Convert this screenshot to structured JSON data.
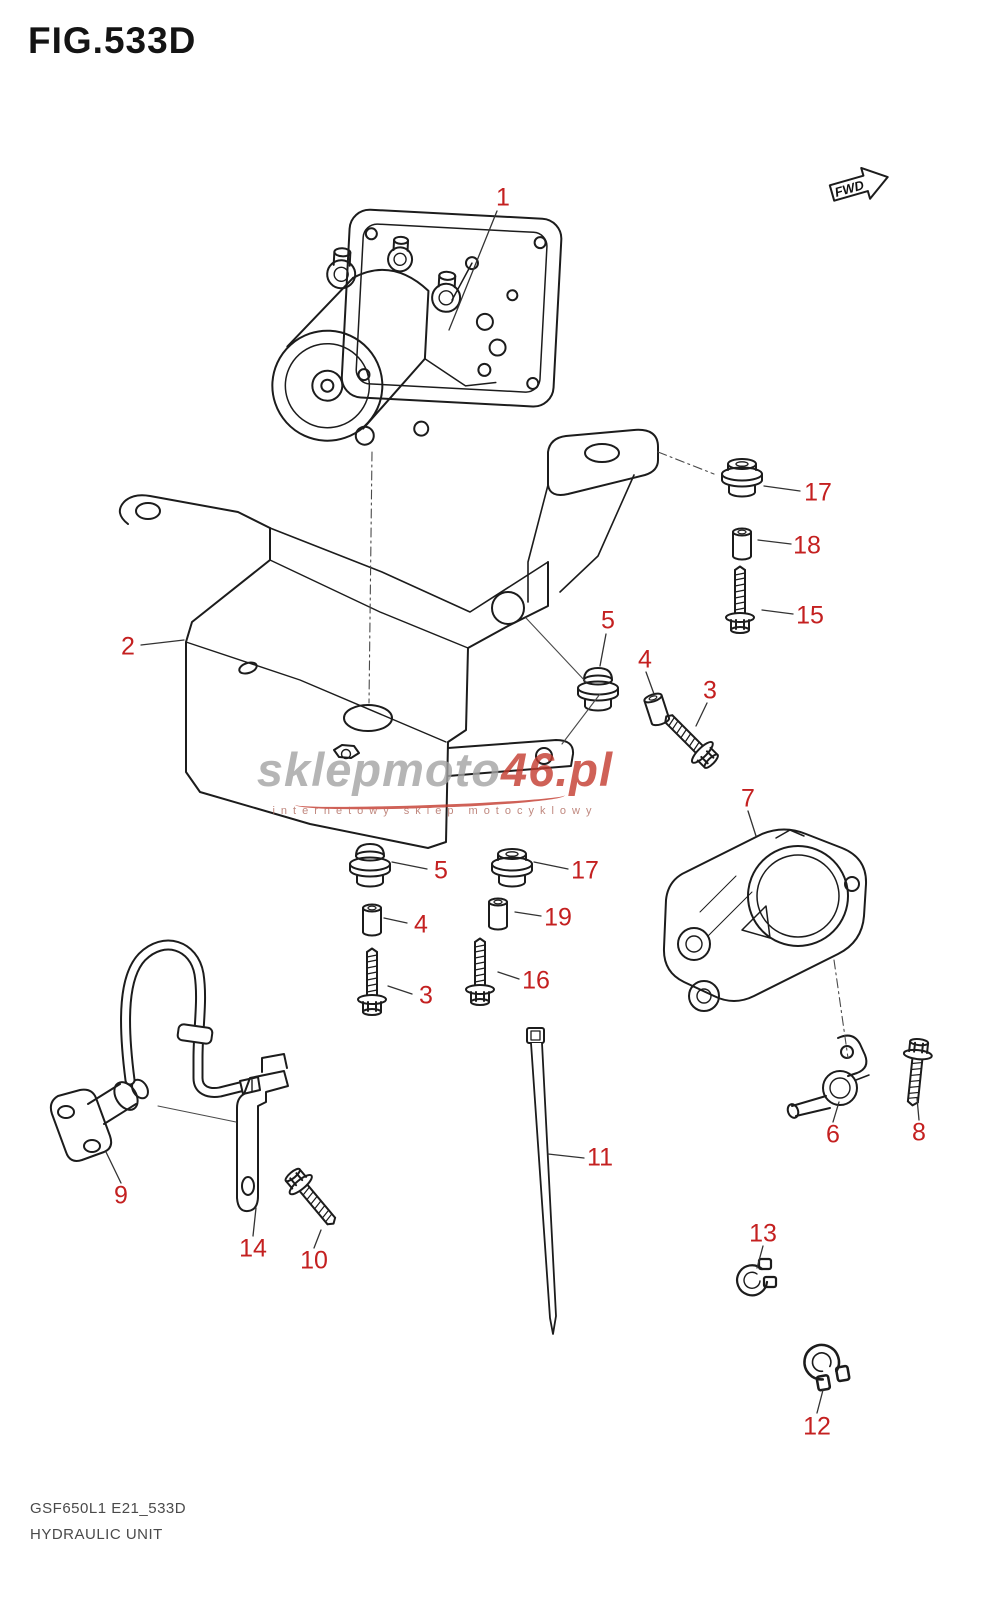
{
  "page": {
    "title": "FIG.533D",
    "fwd_label": "FWD",
    "footer_code": "GSF650L1 E21_533D",
    "footer_title": "HYDRAULIC UNIT"
  },
  "watermark": {
    "brand_gray": "sklepmoto",
    "brand_accent": "46",
    "brand_suffix": ".pl",
    "tagline": "internetowy sklep motocyklowy"
  },
  "colors": {
    "callout_red": "#c42020",
    "line_dark": "#1c1c1c",
    "watermark_gray": "#a3a3a3",
    "watermark_red": "#c43a2e"
  },
  "callouts": [
    "1",
    "2",
    "17",
    "18",
    "15",
    "5",
    "4",
    "3",
    "7",
    "5",
    "17",
    "4",
    "19",
    "3",
    "16",
    "11",
    "6",
    "8",
    "9",
    "14",
    "10",
    "13",
    "12"
  ]
}
